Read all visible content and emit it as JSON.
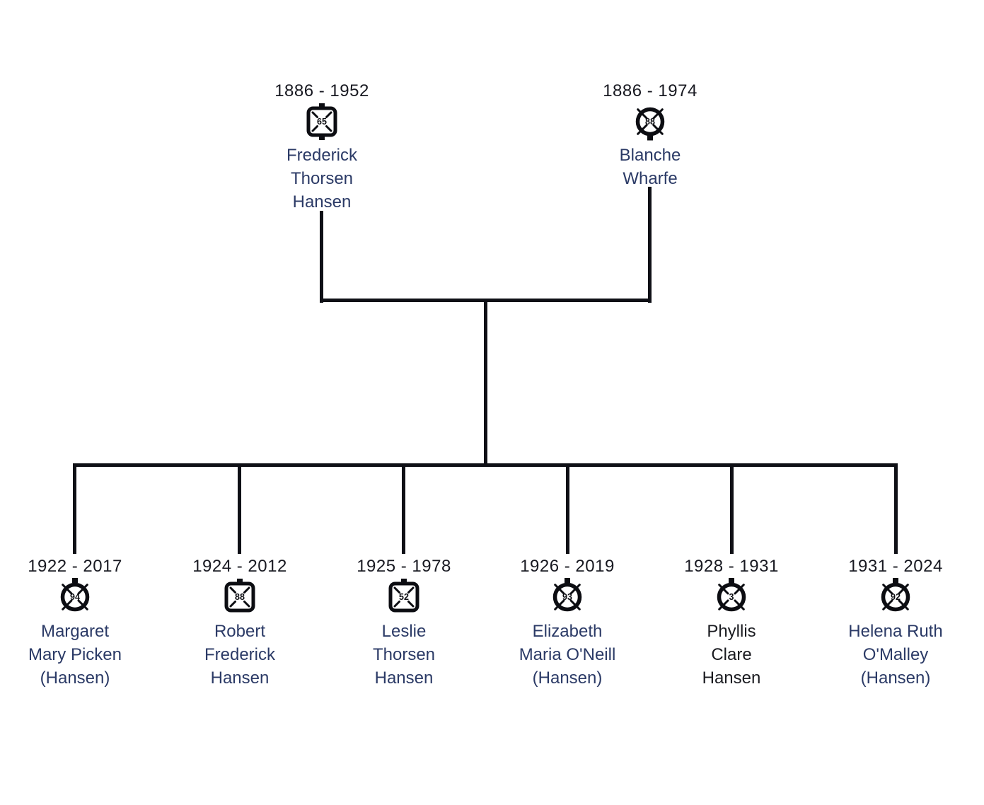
{
  "family_tree": {
    "parents": [
      {
        "years": "1886 - 1952",
        "age": "65",
        "name": "Frederick\nThorsen\nHansen",
        "sex": "male",
        "icon": "deceased-male-icon"
      },
      {
        "years": "1886 - 1974",
        "age": "88",
        "name": "Blanche\nWharfe",
        "sex": "female",
        "icon": "deceased-female-icon"
      }
    ],
    "children": [
      {
        "years": "1922 - 2017",
        "age": "94",
        "name": "Margaret\nMary Picken\n(Hansen)",
        "sex": "female",
        "icon": "deceased-female-icon",
        "is_link": true
      },
      {
        "years": "1924 - 2012",
        "age": "88",
        "name": "Robert\nFrederick\nHansen",
        "sex": "male",
        "icon": "deceased-male-icon",
        "is_link": true
      },
      {
        "years": "1925 - 1978",
        "age": "52",
        "name": "Leslie\nThorsen\nHansen",
        "sex": "male",
        "icon": "deceased-male-icon",
        "is_link": true
      },
      {
        "years": "1926 - 2019",
        "age": "93",
        "name": "Elizabeth\nMaria O'Neill\n(Hansen)",
        "sex": "female",
        "icon": "deceased-female-icon",
        "is_link": true
      },
      {
        "years": "1928 - 1931",
        "age": "3",
        "name": "Phyllis\nClare\nHansen",
        "sex": "female",
        "icon": "deceased-female-icon",
        "is_link": false
      },
      {
        "years": "1931 - 2024",
        "age": "92",
        "name": "Helena Ruth\nO'Malley\n(Hansen)",
        "sex": "female",
        "icon": "deceased-female-icon",
        "is_link": true
      }
    ],
    "colors": {
      "background": "#ffffff",
      "connector_line": "#0f1016",
      "icon_stroke": "#0c0d12",
      "date_text": "#181921",
      "name_link_text": "#2b3a66",
      "name_plain_text": "#1a1b20"
    }
  }
}
